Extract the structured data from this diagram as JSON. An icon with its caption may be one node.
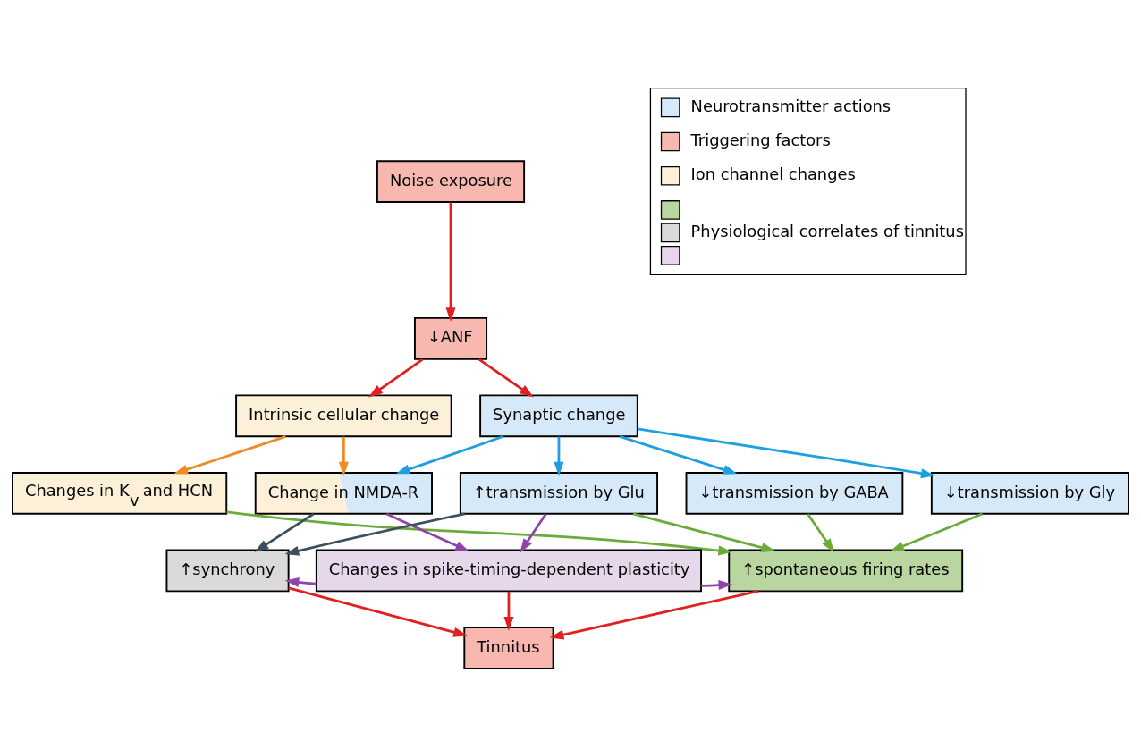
{
  "diagram": {
    "nodes": [
      {
        "text": [
          "Noise exposure"
        ]
      },
      {
        "text": [
          "↓ANF"
        ]
      },
      {
        "text": [
          "Intrinsic cellular change"
        ]
      },
      {
        "text": [
          "Synaptic change"
        ]
      },
      {
        "text": [
          "Changes in K$_{v}$ and HCN"
        ]
      },
      {
        "text": [
          "Change in NMDA-R"
        ]
      },
      {
        "text": [
          "↑transmission by Glu"
        ]
      },
      {
        "text": [
          "↓transmission by GABA"
        ]
      },
      {
        "text": [
          "↓transmission by Gly"
        ]
      },
      {
        "text": [
          "↑synchrony"
        ]
      },
      {
        "text": [
          "Changes in spike-timing-dependent plasticity"
        ]
      },
      {
        "text": [
          "↑spontaneous firing rates"
        ]
      },
      {
        "text": [
          "Tinnitus"
        ]
      }
    ],
    "edges": [
      {
        "from": 0,
        "to": 1,
        "arrow": "to"
      },
      {
        "from": 1,
        "to": 2,
        "arrow": "to"
      },
      {
        "from": 1,
        "to": 3,
        "arrow": "to"
      },
      {
        "from": 2,
        "to": 4,
        "arrow": "to",
        "color": "#f08a24"
      },
      {
        "from": 2,
        "to": 5,
        "arrow": "to",
        "color": "#f08a24"
      },
      {
        "from": 3,
        "to": 5,
        "arrow": "to",
        "color": "#1ea0e0"
      },
      {
        "from": 3,
        "to": 6,
        "arrow": "to",
        "color": "#1ea0e0"
      },
      {
        "from": 3,
        "to": 7,
        "arrow": "to",
        "color": "#1ea0e0"
      },
      {
        "from": 3,
        "to": 8,
        "arrow": "to",
        "color": "#1ea0e0"
      },
      {
        "from": 5,
        "to": 9,
        "arrow": "to",
        "color": "#3d4f5c"
      },
      {
        "from": 6,
        "to": 9,
        "arrow": "to",
        "color": "#3d4f5c"
      },
      {
        "from": 5,
        "to": 10,
        "arrow": "to",
        "color": "#8e44a8"
      },
      {
        "from": 6,
        "to": 10,
        "arrow": "to",
        "color": "#8e44a8"
      },
      {
        "from": 4,
        "to": 11,
        "arrow": "to",
        "color": "#6aab3a"
      },
      {
        "from": 6,
        "to": 11,
        "arrow": "to",
        "color": "#6aab3a"
      },
      {
        "from": 7,
        "to": 11,
        "arrow": "to",
        "color": "#6aab3a"
      },
      {
        "from": 8,
        "to": 11,
        "arrow": "to",
        "color": "#6aab3a"
      },
      {
        "from": 10,
        "to": 9,
        "arrow": "to",
        "color": "#8e44a8"
      },
      {
        "from": 10,
        "to": 11,
        "arrow": "to",
        "color": "#8e44a8"
      },
      {
        "from": 9,
        "to": 12,
        "arrow": "to"
      },
      {
        "from": 10,
        "to": 12,
        "arrow": "to"
      },
      {
        "from": 11,
        "to": 12,
        "arrow": "to"
      }
    ],
    "legend": [
      {
        "text": "Neurotransmitter actions",
        "color": "#d6e9f8"
      },
      {
        "text": "Triggering factors",
        "color": "#f8b8b0"
      },
      {
        "text": "Ion channel changes",
        "color": "#fdf0d8"
      },
      {
        "text": "Physiological correlates of tinnitus",
        "color": "#b9d5a0"
      }
    ]
  }
}
